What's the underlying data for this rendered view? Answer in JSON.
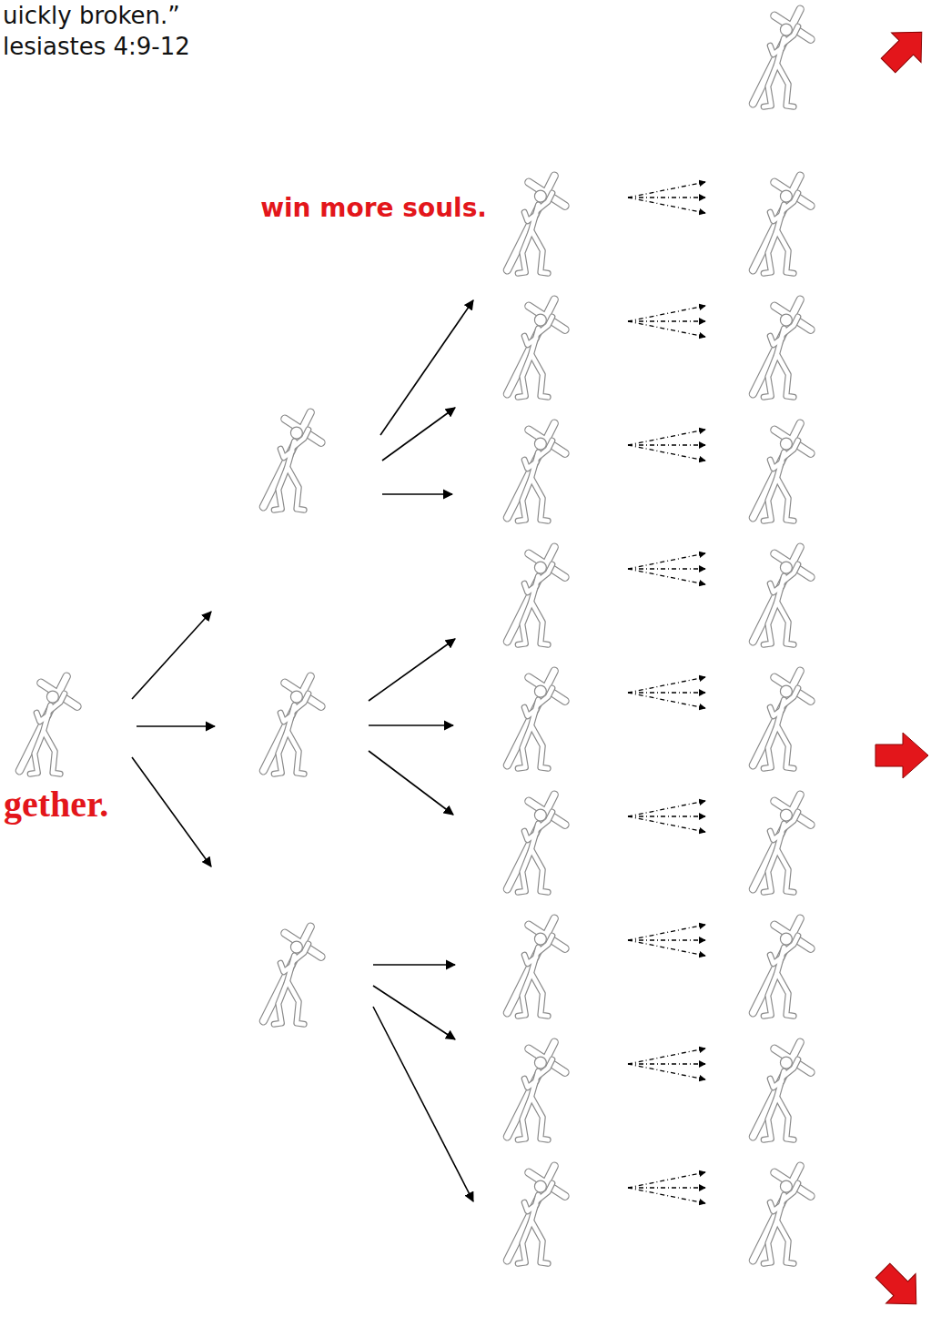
{
  "diagram": {
    "labels": [
      "uickly broken.”",
      "lesiastes 4:9-12",
      "win more souls.",
      "gether."
    ]
  }
}
